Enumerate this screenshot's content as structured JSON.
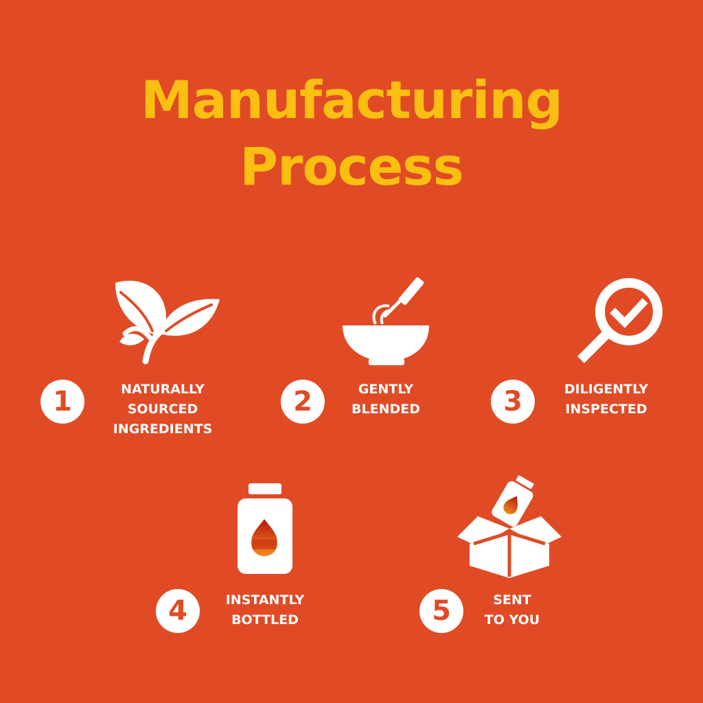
{
  "title": {
    "line1": "Manufacturing",
    "line2": "Process"
  },
  "colors": {
    "background": "#e04b26",
    "title": "#fbbf11",
    "icon": "#ffffff"
  },
  "steps": [
    {
      "number": "1",
      "icon": "plant-leaves-icon",
      "label": [
        "NATURALLY",
        "SOURCED",
        "INGREDIENTS"
      ]
    },
    {
      "number": "2",
      "icon": "bowl-whisk-icon",
      "label": [
        "GENTLY",
        "BLENDED"
      ]
    },
    {
      "number": "3",
      "icon": "magnifier-check-icon",
      "label": [
        "DILIGENTLY",
        "INSPECTED"
      ]
    },
    {
      "number": "4",
      "icon": "bottle-drop-icon",
      "label": [
        "INSTANTLY",
        "BOTTLED"
      ]
    },
    {
      "number": "5",
      "icon": "box-bottle-icon",
      "label": [
        "SENT",
        "TO YOU"
      ]
    }
  ]
}
